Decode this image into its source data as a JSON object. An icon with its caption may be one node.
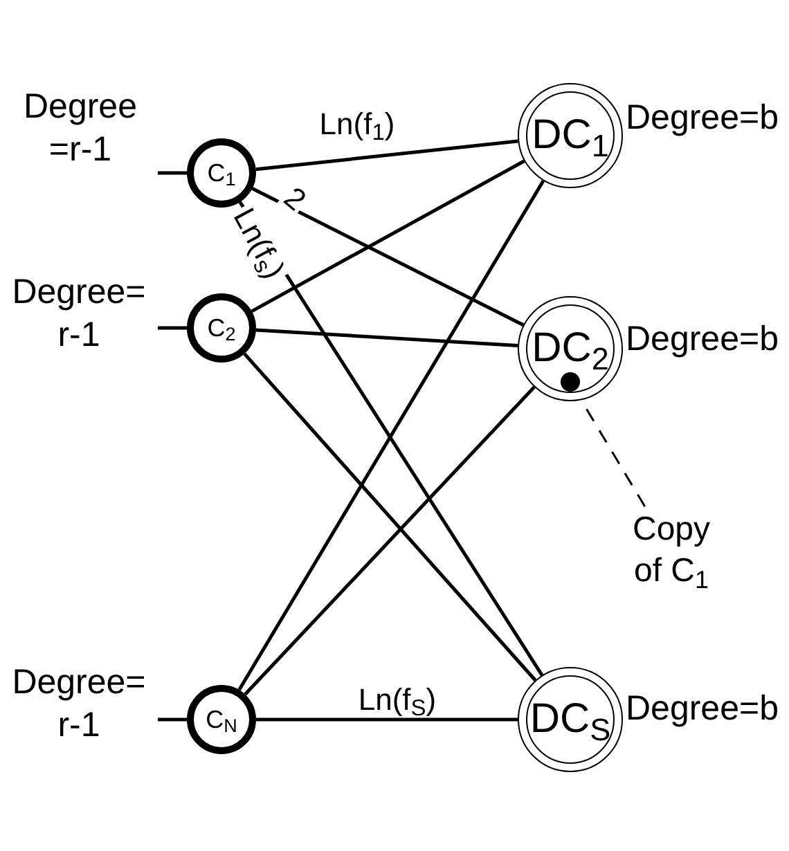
{
  "diagram": {
    "nodes": [
      {
        "text": [
          "C$_{1}$"
        ],
        "beside": [
          "Degree =r-1"
        ]
      },
      {
        "text": [
          "C$_{2}$"
        ],
        "beside": [
          "Degree= r-1"
        ]
      },
      {
        "text": [
          "C$_{N}$"
        ],
        "beside": [
          "Degree= r-1"
        ]
      },
      {
        "text": [
          "DC$_{1}$"
        ],
        "beside": [
          "Degree=b"
        ]
      },
      {
        "text": [
          "DC$_{2}$"
        ],
        "beside": [
          "Degree=b"
        ]
      },
      {
        "text": [],
        "shape": "circle",
        "in": 4
      },
      {
        "text": [
          "DC$_{S}$"
        ],
        "beside": [
          "Degree=b"
        ]
      },
      {
        "text": [
          "Copy of C$_{1}$"
        ]
      }
    ],
    "edges": [
      {
        "from": null,
        "to": 0,
        "arrow": "none"
      },
      {
        "from": null,
        "to": 1,
        "arrow": "none"
      },
      {
        "from": null,
        "to": 2,
        "arrow": "none"
      },
      {
        "from": 0,
        "to": 3,
        "arrow": "none",
        "label": "Ln(f$_{1}$)"
      },
      {
        "from": 0,
        "to": 4,
        "arrow": "none",
        "label": "2"
      },
      {
        "from": 0,
        "to": 6,
        "arrow": "none",
        "label": "Ln(f$_{s}$)"
      },
      {
        "from": 1,
        "to": 3,
        "arrow": "none"
      },
      {
        "from": 1,
        "to": 4,
        "arrow": "none"
      },
      {
        "from": 1,
        "to": 6,
        "arrow": "none"
      },
      {
        "from": 2,
        "to": 3,
        "arrow": "none"
      },
      {
        "from": 2,
        "to": 4,
        "arrow": "none"
      },
      {
        "from": 2,
        "to": 6,
        "arrow": "none",
        "label": "Ln(f$_{S}$)"
      },
      {
        "from": 7,
        "to": 5,
        "arrow": "none",
        "style": "dashed"
      }
    ]
  }
}
